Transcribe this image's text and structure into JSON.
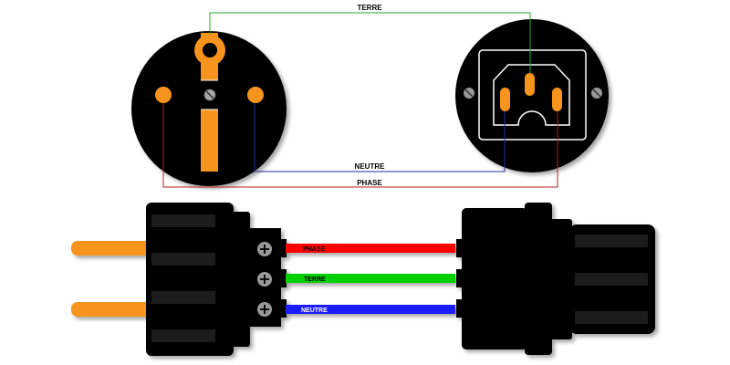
{
  "labels": {
    "top_earth": "TERRE",
    "top_neutral": "NEUTRE",
    "top_phase": "PHASE",
    "wire_phase": "PHASE",
    "wire_earth": "TERRE",
    "wire_neutral": "NEUTRE"
  },
  "colors": {
    "pin": "#f7941d",
    "earth_thin": "#22aa33",
    "neutral_thin": "#2a2aa0",
    "phase_thin": "#b02020",
    "phase_wire": "#ff0000",
    "earth_wire": "#00d000",
    "neutral_wire": "#1a1aff"
  }
}
